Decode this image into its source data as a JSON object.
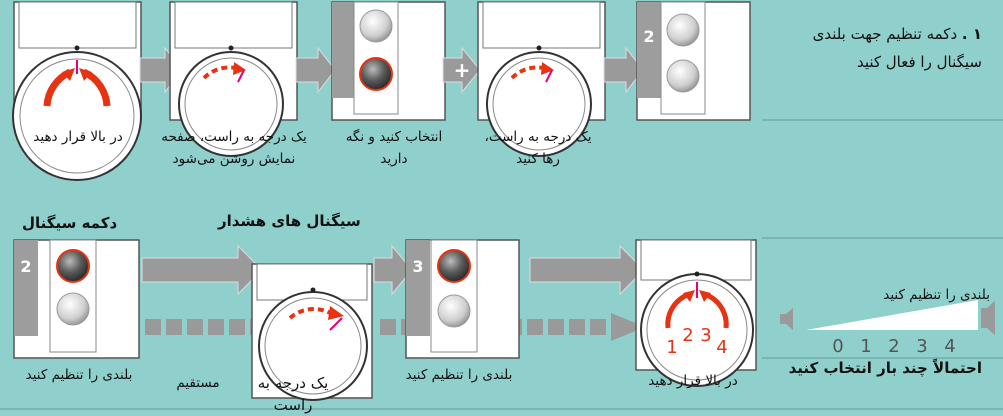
{
  "step1": {
    "number": "۱ .",
    "text": "دکمه تنظیم جهت بلندی سیگنال را فعال کنید"
  },
  "row1_captions": [
    "در بالا قرار دهید",
    "یک درجه به راست، صفحه نمایش روشن می‌شود",
    "انتخاب کنید و نگه دارید",
    "یک درجه به راست، رها کنید"
  ],
  "row1_panel_number": "2",
  "headings": {
    "signal_button": "دکمه سیگنال",
    "warning_signals": "سیگنال های هشدار"
  },
  "row2_panel_numbers": [
    "2",
    "3"
  ],
  "row2_captions": {
    "set_volume_left": "بلندی را تنظیم کنید",
    "direct": "مستقیم",
    "one_step_right": "یک درجه به راست",
    "set_volume_mid": "بلندی را تنظیم کنید",
    "place_top": "در بالا قرار دهید"
  },
  "volume_note": "بلندی را تنظیم کنید",
  "volume_scale": [
    "0",
    "1",
    "2",
    "3",
    "4"
  ],
  "select_note": "احتمالاً چند بار انتخاب کنید",
  "dial_numbers": [
    "1",
    "2",
    "3",
    "4"
  ],
  "colors": {
    "background": "#8fcfcc",
    "panel": "#ffffff",
    "arrow_gray": "#9a9a9a",
    "red": "#e63312",
    "pink": "#e4007c",
    "gray_block": "#9d9d9d"
  }
}
